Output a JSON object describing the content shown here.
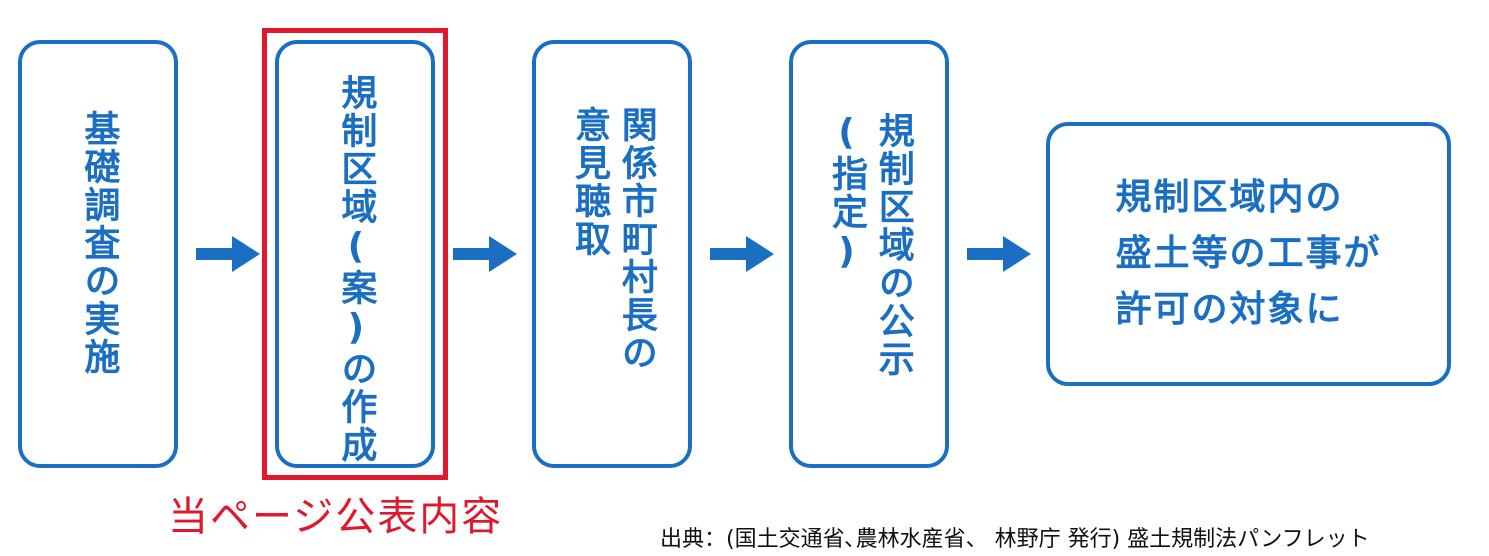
{
  "steps": [
    {
      "label": "基礎調査の実施"
    },
    {
      "label": "規制区域(案)の作成"
    },
    {
      "label": "関係市町村長の\n意見聴取"
    },
    {
      "label": "規制区域の公示\n(指定)"
    },
    {
      "label": "規制区域内の\n盛土等の工事が\n許可の対象に"
    }
  ],
  "highlight_caption": "当ページ公表内容",
  "source_note": "出典：(国土交通省､農林水産省、 林野庁 発行) 盛土規制法パンフレット",
  "colors": {
    "box_border": "#1b6fc2",
    "text": "#1b6fc2",
    "arrow": "#1b6fc2",
    "highlight": "#e0182d"
  }
}
